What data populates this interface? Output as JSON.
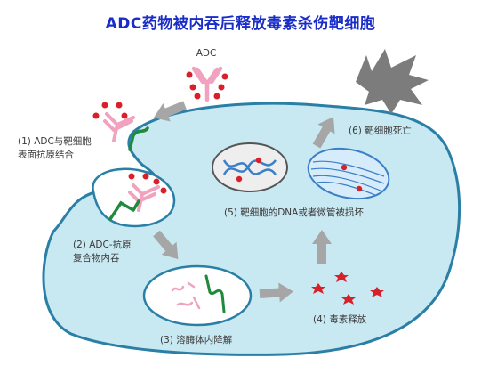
{
  "title": "ADC药物被内吞后释放毒素杀伤靶细胞",
  "labels": {
    "adc": "ADC",
    "step1_line1": "(1) ADC与靶细胞",
    "step1_line2": "表面抗原结合",
    "step2_line1": "(2) ADC-抗原",
    "step2_line2": "复合物内吞",
    "step3": "(3) 溶酶体内降解",
    "step4": "(4) 毒素释放",
    "step5": "(5) 靶细胞的DNA或者微管被损坏",
    "step6": "(6) 靶细胞死亡"
  },
  "colors": {
    "cell_fill": "#c9e9f2",
    "cell_stroke": "#2a7fa6",
    "antibody": "#f0a2bf",
    "toxin": "#d8202a",
    "antigen": "#1f8a3c",
    "arrow": "#a6a6a6",
    "title": "#1a2dc8"
  }
}
